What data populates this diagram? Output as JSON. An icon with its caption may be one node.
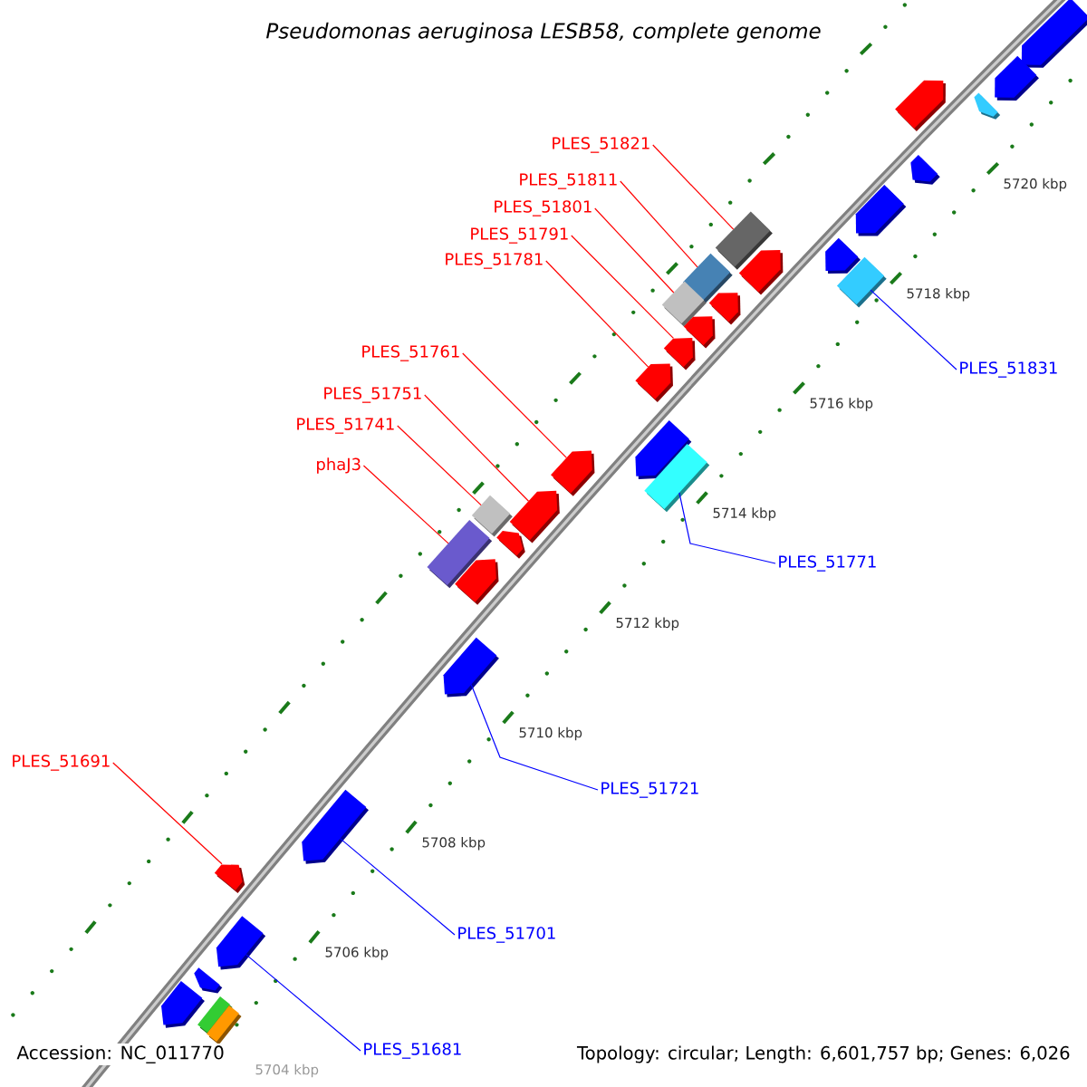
{
  "diagram": {
    "title": "Pseudomonas aeruginosa LESB58, complete genome",
    "nodes": [
      {
        "text": [
          "PLES_51821"
        ]
      },
      {
        "text": [
          "PLES_51811"
        ]
      },
      {
        "text": [
          "PLES_51801"
        ]
      },
      {
        "text": [
          "PLES_51791"
        ]
      },
      {
        "text": [
          "PLES_51781"
        ]
      },
      {
        "text": [
          "PLES_51761"
        ]
      },
      {
        "text": [
          "PLES_51831"
        ]
      },
      {
        "text": [
          "PLES_51751"
        ]
      },
      {
        "text": [
          "PLES_51741"
        ]
      },
      {
        "text": [
          "phaJ3"
        ]
      },
      {
        "text": [
          "PLES_51771"
        ]
      },
      {
        "text": [
          "PLES_51691"
        ]
      },
      {
        "text": [
          "PLES_51721"
        ]
      },
      {
        "text": [
          "PLES_51701"
        ]
      },
      {
        "text": [
          "PLES_51681"
        ]
      },
      {
        "text": [],
        "shape": "arrow"
      },
      {
        "text": [],
        "shape": "arrow"
      },
      {
        "text": [],
        "shape": "arrow"
      },
      {
        "text": [],
        "shape": "arrow"
      },
      {
        "text": [],
        "shape": "arrow"
      },
      {
        "text": [],
        "shape": "arrow"
      },
      {
        "text": [],
        "shape": "box"
      },
      {
        "text": [],
        "shape": "arrow"
      },
      {
        "text": [],
        "shape": "arrow"
      },
      {
        "text": [],
        "shape": "box"
      },
      {
        "text": [],
        "shape": "box"
      },
      {
        "text": [],
        "shape": "box"
      },
      {
        "text": [],
        "shape": "arrow"
      },
      {
        "text": [],
        "shape": "arrow"
      },
      {
        "text": [],
        "shape": "arrow"
      },
      {
        "text": [],
        "shape": "arrow"
      },
      {
        "text": [],
        "shape": "arrow"
      },
      {
        "text": [],
        "shape": "arrow"
      },
      {
        "text": [],
        "shape": "box"
      },
      {
        "text": [],
        "shape": "arrow"
      },
      {
        "text": [],
        "shape": "box"
      },
      {
        "text": [],
        "shape": "arrow"
      },
      {
        "text": [],
        "shape": "box"
      },
      {
        "text": [],
        "shape": "arrow"
      },
      {
        "text": [],
        "shape": "arrow"
      },
      {
        "text": [],
        "shape": "arrow"
      },
      {
        "text": [],
        "shape": "arrow"
      },
      {
        "text": [],
        "shape": "arrow"
      },
      {
        "text": [],
        "shape": "arrow"
      },
      {
        "text": [],
        "shape": "arrow"
      },
      {
        "text": [],
        "shape": "box"
      },
      {
        "text": [],
        "shape": "box"
      }
    ],
    "edges": [
      {
        "from": 0,
        "to": 21,
        "arrow": "none"
      },
      {
        "from": 1,
        "to": 24,
        "arrow": "none"
      },
      {
        "from": 2,
        "to": 26,
        "arrow": "none"
      },
      {
        "from": 3,
        "to": 29,
        "arrow": "none"
      },
      {
        "from": 4,
        "to": 30,
        "arrow": "none"
      },
      {
        "from": 5,
        "to": 32,
        "arrow": "none"
      },
      {
        "from": 6,
        "to": 25,
        "arrow": "none",
        "color": "#0000ff"
      },
      {
        "from": 7,
        "to": 34,
        "arrow": "none"
      },
      {
        "from": 8,
        "to": 35,
        "arrow": "none"
      },
      {
        "from": 9,
        "to": 37,
        "arrow": "none"
      },
      {
        "from": 10,
        "to": 33,
        "arrow": "none",
        "color": "#0000ff"
      },
      {
        "from": 11,
        "to": 41,
        "arrow": "none"
      },
      {
        "from": 12,
        "to": 39,
        "arrow": "none",
        "color": "#0000ff"
      },
      {
        "from": 13,
        "to": 40,
        "arrow": "none",
        "color": "#0000ff"
      },
      {
        "from": 14,
        "to": 42,
        "arrow": "none",
        "color": "#0000ff"
      }
    ],
    "labels": [
      "5720 kbp",
      "5718 kbp",
      "5716 kbp",
      "5714 kbp",
      "5712 kbp",
      "5710 kbp",
      "5708 kbp",
      "5706 kbp",
      "5704 kbp",
      "Accession: NC_011770",
      "Topology: circular; Length: 6,601,757 bp; Genes: 6,026"
    ]
  }
}
